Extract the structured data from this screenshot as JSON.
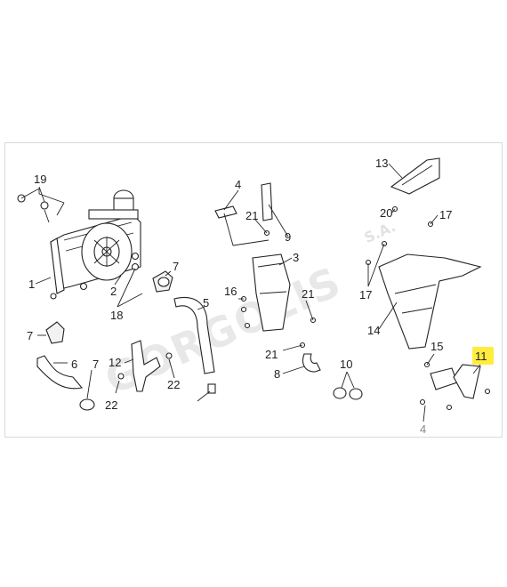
{
  "diagram": {
    "watermark": {
      "brand": "GORGOLIS",
      "suffix": "S.A."
    },
    "highlight_color": "#ffec3d",
    "callouts": [
      "1",
      "2",
      "18",
      "19",
      "7",
      "7",
      "6",
      "7",
      "12",
      "22",
      "22",
      "5",
      "4",
      "21",
      "9",
      "3",
      "16",
      "21",
      "21",
      "8",
      "10",
      "13",
      "20",
      "17",
      "17",
      "14",
      "15",
      "11",
      "4"
    ]
  }
}
